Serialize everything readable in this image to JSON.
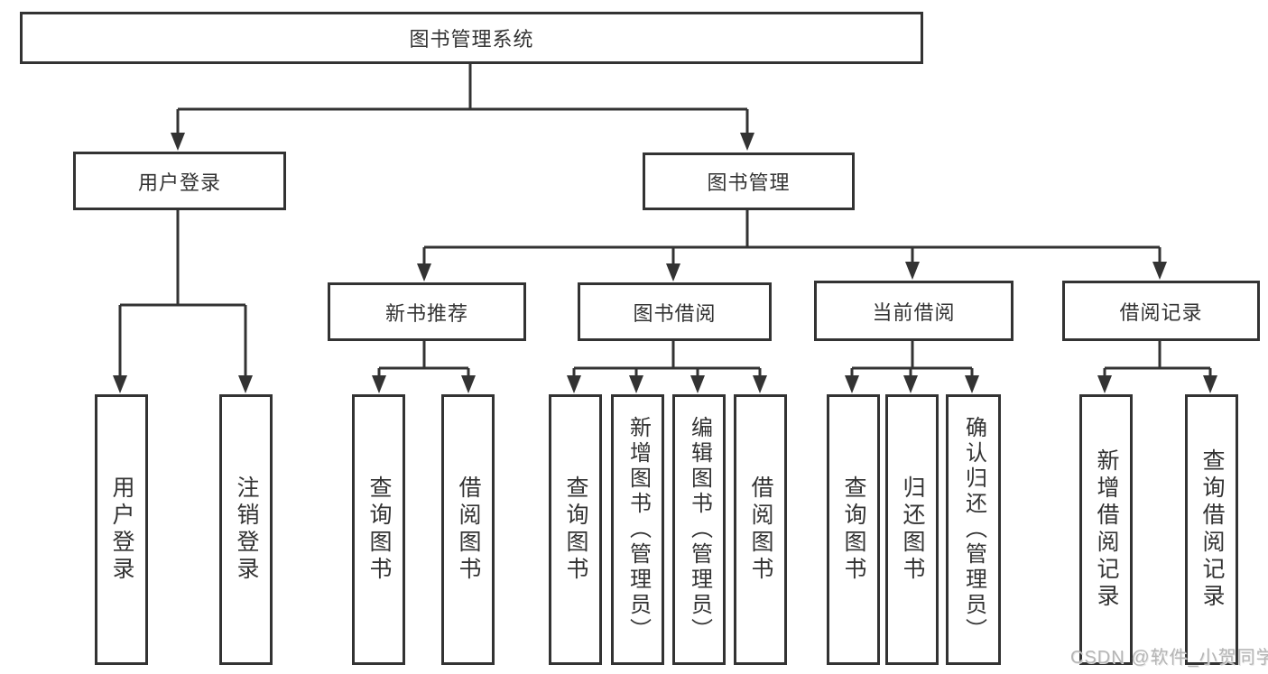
{
  "colors": {
    "line": "#333333",
    "text": "#333333",
    "background": "#ffffff",
    "watermark": "#b5b5b5"
  },
  "diagram": {
    "root": {
      "label": "图书管理系统"
    },
    "level2": [
      {
        "label": "用户登录"
      },
      {
        "label": "图书管理"
      }
    ],
    "level3": [
      {
        "label": "新书推荐",
        "parent": "图书管理"
      },
      {
        "label": "图书借阅",
        "parent": "图书管理"
      },
      {
        "label": "当前借阅",
        "parent": "图书管理"
      },
      {
        "label": "借阅记录",
        "parent": "图书管理"
      }
    ],
    "leaves": [
      {
        "label": "用户登录",
        "parent": "用户登录"
      },
      {
        "label": "注销登录",
        "parent": "用户登录"
      },
      {
        "label": "查询图书",
        "parent": "新书推荐"
      },
      {
        "label": "借阅图书",
        "parent": "新书推荐"
      },
      {
        "label": "查询图书",
        "parent": "图书借阅"
      },
      {
        "label": "新增图书（管理员）",
        "parent": "图书借阅"
      },
      {
        "label": "编辑图书（管理员）",
        "parent": "图书借阅"
      },
      {
        "label": "借阅图书",
        "parent": "图书借阅"
      },
      {
        "label": "查询图书",
        "parent": "当前借阅"
      },
      {
        "label": "归还图书",
        "parent": "当前借阅"
      },
      {
        "label": "确认归还（管理员）",
        "parent": "当前借阅"
      },
      {
        "label": "新增借阅记录",
        "parent": "借阅记录"
      },
      {
        "label": "查询借阅记录",
        "parent": "借阅记录"
      }
    ]
  },
  "watermark": {
    "text": "CSDN @软件_小贺同学"
  }
}
